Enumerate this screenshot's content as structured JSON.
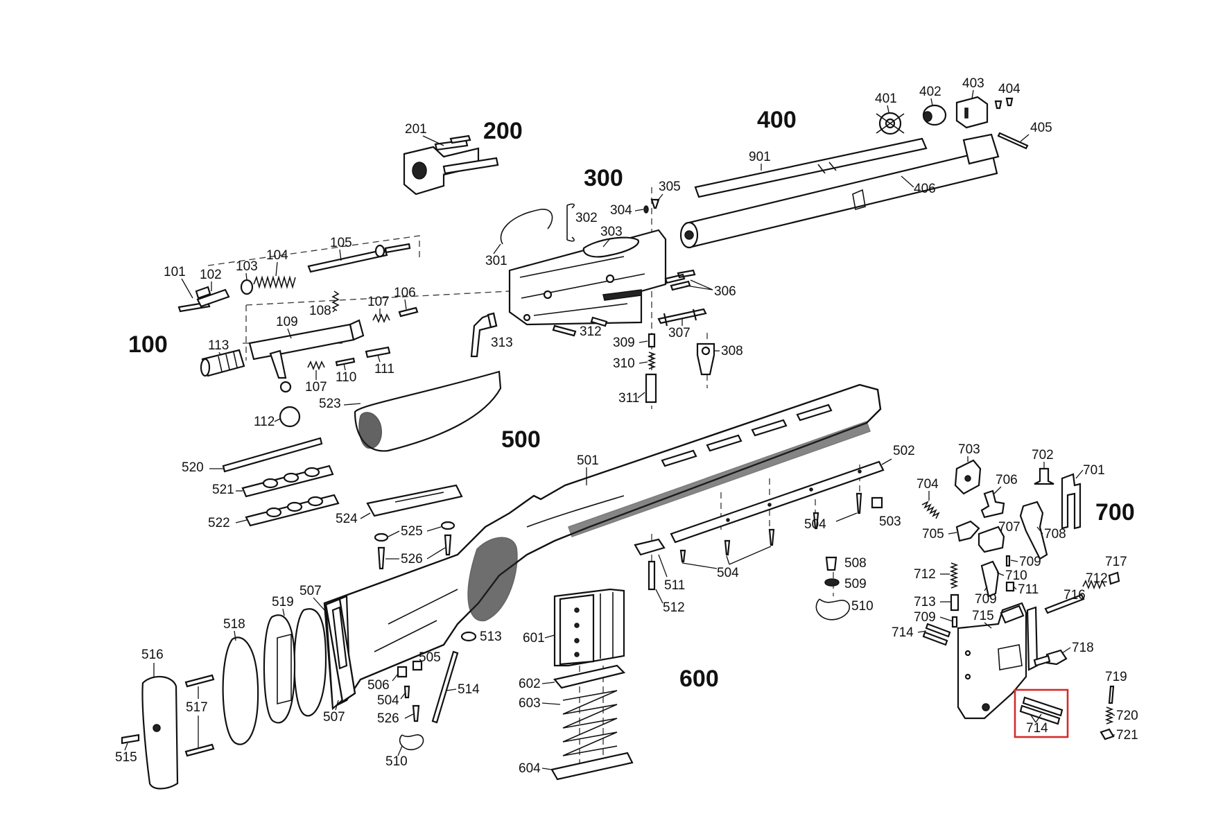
{
  "groups": [
    {
      "id": "100",
      "label": "100"
    },
    {
      "id": "200",
      "label": "200"
    },
    {
      "id": "300",
      "label": "300"
    },
    {
      "id": "400",
      "label": "400"
    },
    {
      "id": "500",
      "label": "500"
    },
    {
      "id": "600",
      "label": "600"
    },
    {
      "id": "700",
      "label": "700"
    }
  ],
  "parts": {
    "p101": "101",
    "p102": "102",
    "p103": "103",
    "p104": "104",
    "p105": "105",
    "p106": "106",
    "p107a": "107",
    "p107b": "107",
    "p108": "108",
    "p109": "109",
    "p110": "110",
    "p111": "111",
    "p112": "112",
    "p113": "113",
    "p201": "201",
    "p301": "301",
    "p302": "302",
    "p303": "303",
    "p304": "304",
    "p305": "305",
    "p306": "306",
    "p307": "307",
    "p308": "308",
    "p309": "309",
    "p310": "310",
    "p311": "311",
    "p312": "312",
    "p313": "313",
    "p401": "401",
    "p402": "402",
    "p403": "403",
    "p404": "404",
    "p405": "405",
    "p406": "406",
    "p901": "901",
    "p501": "501",
    "p502": "502",
    "p503": "503",
    "p504a": "504",
    "p504b": "504",
    "p504c": "504",
    "p505": "505",
    "p506": "506",
    "p507a": "507",
    "p507b": "507",
    "p508": "508",
    "p509": "509",
    "p510a": "510",
    "p510b": "510",
    "p511": "511",
    "p512": "512",
    "p513": "513",
    "p514": "514",
    "p515": "515",
    "p516": "516",
    "p517": "517",
    "p518": "518",
    "p519": "519",
    "p520": "520",
    "p521": "521",
    "p522": "522",
    "p523": "523",
    "p524": "524",
    "p525": "525",
    "p526a": "526",
    "p526b": "526",
    "p601": "601",
    "p602": "602",
    "p603": "603",
    "p604": "604",
    "p701": "701",
    "p702": "702",
    "p703": "703",
    "p704": "704",
    "p705": "705",
    "p706": "706",
    "p707": "707",
    "p708": "708",
    "p709a": "709",
    "p709b": "709",
    "p709c": "709",
    "p710": "710",
    "p711": "711",
    "p712a": "712",
    "p712b": "712",
    "p713": "713",
    "p714a": "714",
    "p714b": "714",
    "p715": "715",
    "p716": "716",
    "p717": "717",
    "p718": "718",
    "p719": "719",
    "p720": "720",
    "p721": "721"
  },
  "highlight": {
    "part": "714",
    "color": "#d42a2a"
  }
}
